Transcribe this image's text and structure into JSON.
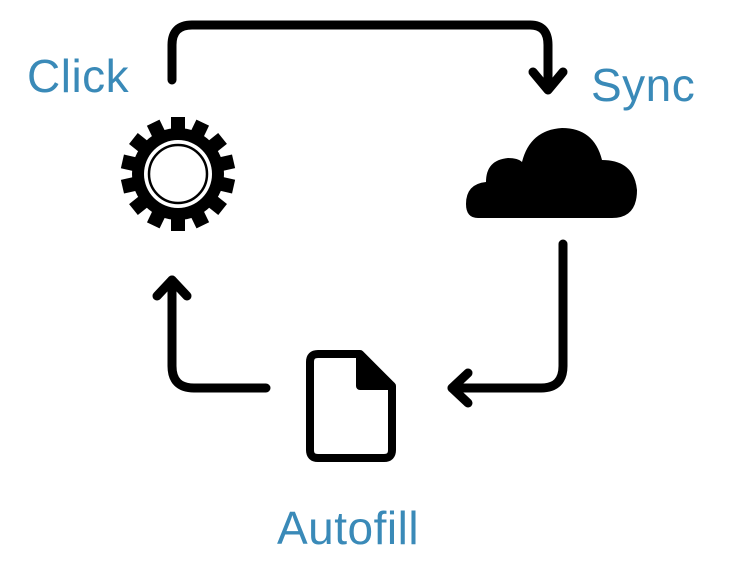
{
  "labels": {
    "click": "Click",
    "sync": "Sync",
    "autofill": "Autofill"
  },
  "icons": {
    "click": "gear-icon",
    "sync": "cloud-icon",
    "autofill": "document-icon"
  },
  "colors": {
    "label": "#3a8ab8",
    "icon": "#000000"
  }
}
